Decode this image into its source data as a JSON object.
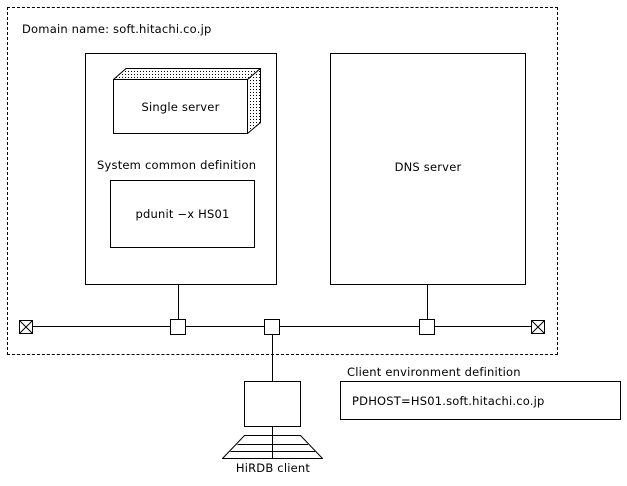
{
  "diagram": {
    "domain": {
      "label": "Domain name:  soft.hitachi.co.jp"
    },
    "server_host": {
      "single_server_label": "Single server",
      "system_common_definition_label": "System common definition",
      "pdunit_statement": "pdunit  −x HS01"
    },
    "dns": {
      "label": "DNS server"
    },
    "client": {
      "label": "HiRDB client",
      "environment_definition_label": "Client environment definition",
      "pdhost_statement": "PDHOST=HS01.soft.hitachi.co.jp"
    },
    "network": {
      "terminator_left_name": "bus-terminator-icon",
      "terminator_right_name": "bus-terminator-icon",
      "tap_server_name": "bus-tap-icon",
      "tap_client_name": "bus-tap-icon",
      "tap_dns_name": "bus-tap-icon"
    },
    "colors": {
      "stroke": "#000000",
      "background": "#ffffff"
    }
  }
}
